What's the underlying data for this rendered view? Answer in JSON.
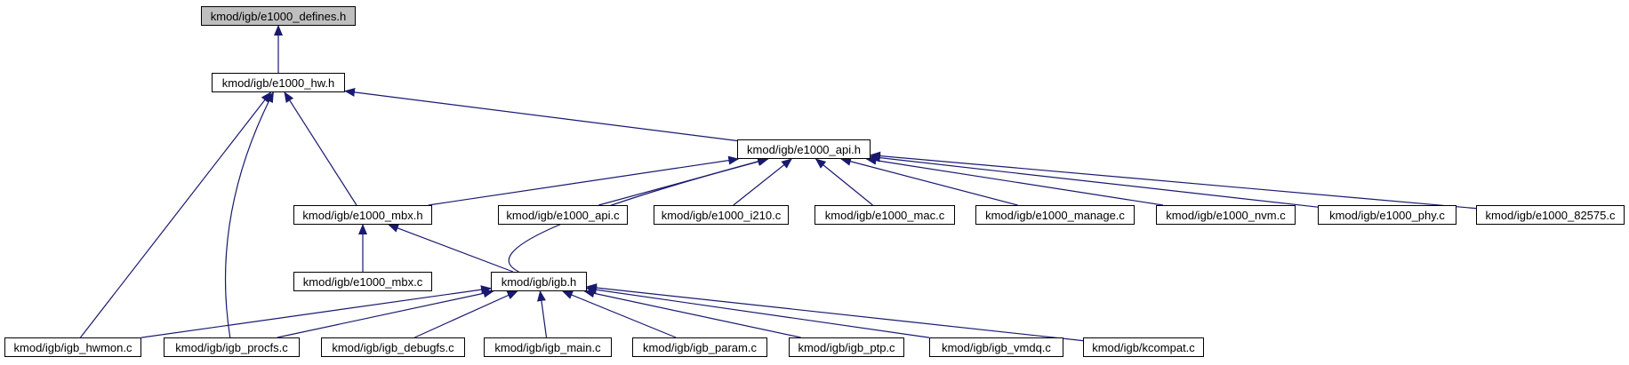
{
  "graph": {
    "edge_color": "#191970",
    "current_fill": "#bfbfbf",
    "nodes": {
      "e1000_defines_h": "kmod/igb/e1000_defines.h",
      "e1000_hw_h": "kmod/igb/e1000_hw.h",
      "e1000_api_h": "kmod/igb/e1000_api.h",
      "e1000_mbx_h": "kmod/igb/e1000_mbx.h",
      "e1000_api_c": "kmod/igb/e1000_api.c",
      "e1000_i210_c": "kmod/igb/e1000_i210.c",
      "e1000_mac_c": "kmod/igb/e1000_mac.c",
      "e1000_manage_c": "kmod/igb/e1000_manage.c",
      "e1000_nvm_c": "kmod/igb/e1000_nvm.c",
      "e1000_phy_c": "kmod/igb/e1000_phy.c",
      "e1000_82575_c": "kmod/igb/e1000_82575.c",
      "e1000_mbx_c": "kmod/igb/e1000_mbx.c",
      "igb_h": "kmod/igb/igb.h",
      "igb_hwmon_c": "kmod/igb/igb_hwmon.c",
      "igb_procfs_c": "kmod/igb/igb_procfs.c",
      "igb_debugfs_c": "kmod/igb/igb_debugfs.c",
      "igb_main_c": "kmod/igb/igb_main.c",
      "igb_param_c": "kmod/igb/igb_param.c",
      "igb_ptp_c": "kmod/igb/igb_ptp.c",
      "igb_vmdq_c": "kmod/igb/igb_vmdq.c",
      "kcompat_c": "kmod/igb/kcompat.c"
    },
    "edges": [
      [
        "e1000_hw_h",
        "e1000_defines_h"
      ],
      [
        "e1000_api_h",
        "e1000_hw_h"
      ],
      [
        "e1000_mbx_h",
        "e1000_hw_h"
      ],
      [
        "igb_hwmon_c",
        "e1000_hw_h"
      ],
      [
        "igb_procfs_c",
        "e1000_hw_h"
      ],
      [
        "e1000_mbx_h",
        "e1000_api_h"
      ],
      [
        "e1000_api_c",
        "e1000_api_h"
      ],
      [
        "e1000_i210_c",
        "e1000_api_h"
      ],
      [
        "e1000_mac_c",
        "e1000_api_h"
      ],
      [
        "e1000_manage_c",
        "e1000_api_h"
      ],
      [
        "e1000_nvm_c",
        "e1000_api_h"
      ],
      [
        "e1000_phy_c",
        "e1000_api_h"
      ],
      [
        "e1000_82575_c",
        "e1000_api_h"
      ],
      [
        "igb_h",
        "e1000_api_h"
      ],
      [
        "e1000_mbx_c",
        "e1000_mbx_h"
      ],
      [
        "igb_h",
        "e1000_mbx_h"
      ],
      [
        "igb_hwmon_c",
        "igb_h"
      ],
      [
        "igb_procfs_c",
        "igb_h"
      ],
      [
        "igb_debugfs_c",
        "igb_h"
      ],
      [
        "igb_main_c",
        "igb_h"
      ],
      [
        "igb_param_c",
        "igb_h"
      ],
      [
        "igb_ptp_c",
        "igb_h"
      ],
      [
        "igb_vmdq_c",
        "igb_h"
      ],
      [
        "kcompat_c",
        "igb_h"
      ]
    ]
  }
}
